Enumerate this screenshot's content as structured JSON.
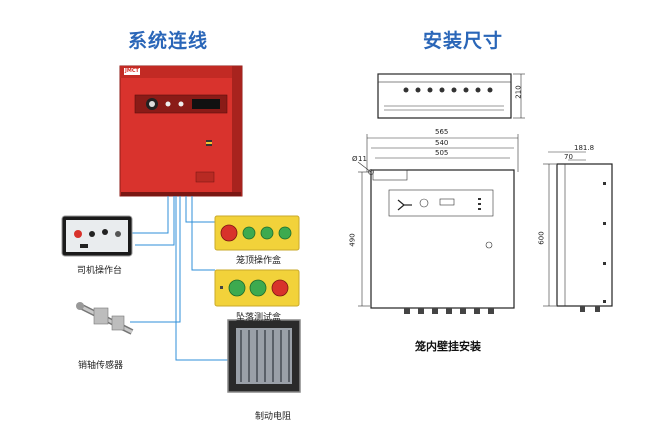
{
  "left_title": "系统连线",
  "right_title": "安装尺寸",
  "cabinet": {
    "logo": "JMCT",
    "color": "#d9332d"
  },
  "components": {
    "driver_console": "司机操作台",
    "top_station": "笼顶操作盒",
    "fall_test_box": "坠落测试盒",
    "pin_sensor": "销轴传感器",
    "brake_resistor": "制动电阻"
  },
  "dimensions": {
    "width_outer": "565",
    "width_mid": "540",
    "width_inner": "505",
    "height_top_view": "210",
    "height_front": "490",
    "height_side": "600",
    "hole_diameter": "11",
    "side_depth": "181.8",
    "side_offset": "70"
  },
  "install_caption": "笼内壁挂安装",
  "colors": {
    "title": "#2a66b8",
    "cable": "#2f8fd8",
    "cabinet": "#d9332d",
    "button_box": "#f2d23a"
  }
}
